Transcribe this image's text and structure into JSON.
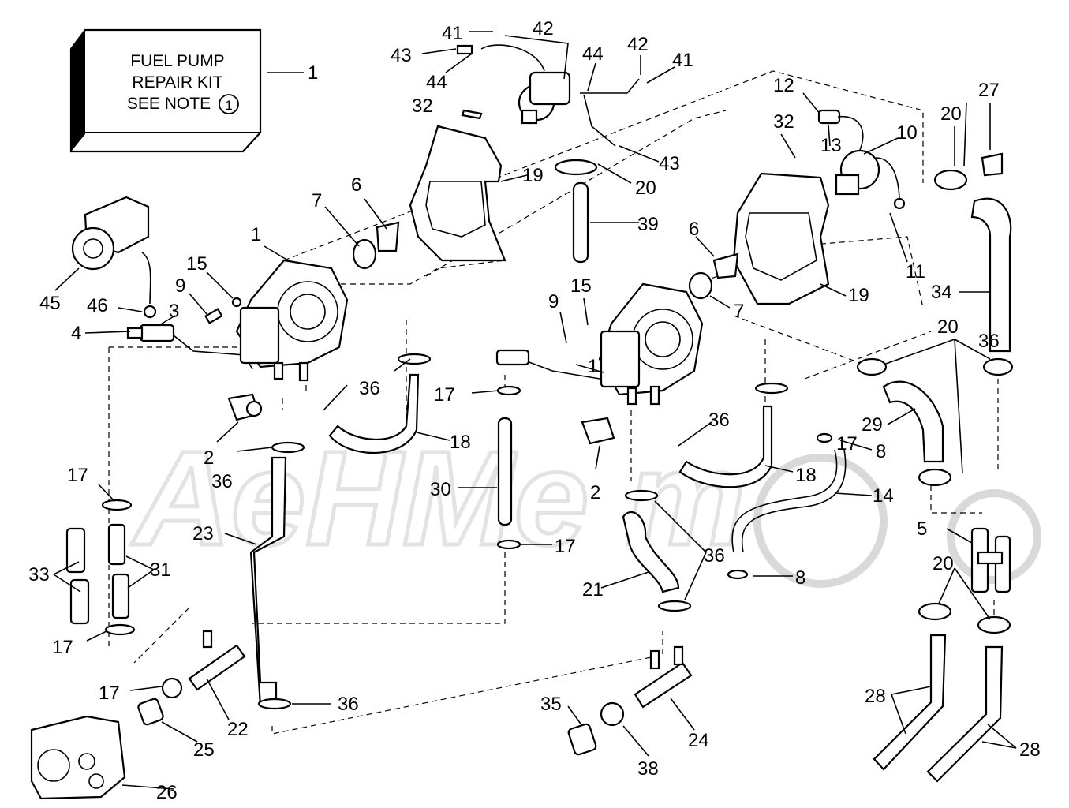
{
  "note_box": {
    "line1": "FUEL PUMP",
    "line2": "REPAIR KIT",
    "line3": "SEE NOTE",
    "note_number": "1"
  },
  "callouts": [
    "1",
    "1",
    "1",
    "2",
    "2",
    "3",
    "4",
    "5",
    "6",
    "6",
    "7",
    "7",
    "8",
    "8",
    "9",
    "9",
    "10",
    "11",
    "12",
    "13",
    "14",
    "15",
    "15",
    "17",
    "17",
    "17",
    "17",
    "17",
    "17",
    "18",
    "18",
    "19",
    "19",
    "20",
    "20",
    "20",
    "20",
    "21",
    "22",
    "23",
    "24",
    "25",
    "26",
    "27",
    "28",
    "28",
    "29",
    "30",
    "31",
    "32",
    "32",
    "33",
    "34",
    "35",
    "36",
    "36",
    "36",
    "36",
    "36",
    "36",
    "38",
    "39",
    "41",
    "41",
    "42",
    "42",
    "43",
    "43",
    "44",
    "44",
    "45",
    "46"
  ]
}
